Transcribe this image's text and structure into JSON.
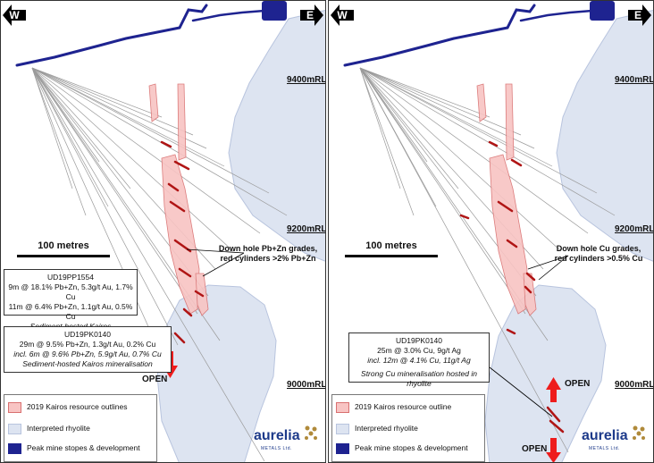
{
  "colors": {
    "stopes": "#1e2390",
    "rhyolite": "#dde4f1",
    "resource_fill": "#f8c4c3",
    "resource_edge": "#d97070",
    "drill": "#9a9a9a",
    "arrow_red": "#ee1c1c"
  },
  "left": {
    "west_label": "W",
    "east_label": "E",
    "rl_9400": "9400mRL",
    "rl_9200": "9200mRL",
    "rl_9000": "9000mRL",
    "scale_label": "100 metres",
    "note_line1": "Down hole Pb+Zn grades,",
    "note_line2": "red cylinders >2% Pb+Zn",
    "box1": {
      "title": "UD19PP1554",
      "line1": "9m @ 18.1% Pb+Zn, 5.3g/t Au, 1.7% Cu",
      "line2": "11m @ 6.4% Pb+Zn, 1.1g/t Au, 0.5% Cu",
      "caption": "Sediment-hosted Kairos mineralisation"
    },
    "box2": {
      "title": "UD19PK0140",
      "line1": "29m @ 9.5% Pb+Zn, 1.3g/t Au, 0.2% Cu",
      "line2": "incl. 6m @ 9.6% Pb+Zn, 5.9g/t Au, 0.7% Cu",
      "caption": "Sediment-hosted Kairos mineralisation"
    },
    "open_label": "OPEN",
    "legend": {
      "resource": "2019 Kairos resource outlines",
      "rhyolite": "Interpreted rhyolite",
      "stopes": "Peak mine stopes & development"
    },
    "logo_word": "aurelia",
    "logo_sub": "METALS Ltd."
  },
  "right": {
    "west_label": "W",
    "east_label": "E",
    "rl_9400": "9400mRL",
    "rl_9200": "9200mRL",
    "rl_9000": "9000mRL",
    "scale_label": "100 metres",
    "note_line1": "Down hole Cu grades,",
    "note_line2": "red cylinders >0.5% Cu",
    "box1": {
      "title": "UD19PK0140",
      "line1": "25m @ 3.0% Cu, 9g/t Ag",
      "line2": "incl. 12m @ 4.1% Cu, 11g/t Ag",
      "caption": "Strong Cu mineralisation hosted in rhyolite"
    },
    "open_up_label": "OPEN",
    "open_down_label": "OPEN",
    "legend": {
      "resource": "2019 Kairos resource outline",
      "rhyolite": "Interpreted rhyolite",
      "stopes": "Peak mine stopes & development"
    },
    "logo_word": "aurelia",
    "logo_sub": "METALS Ltd."
  }
}
